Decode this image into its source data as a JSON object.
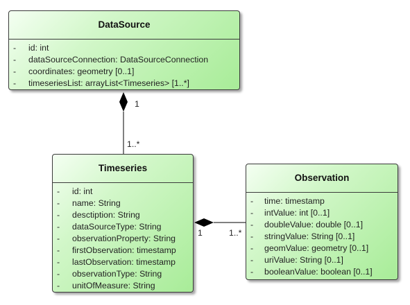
{
  "classes": {
    "datasource": {
      "name": "DataSource",
      "attributes": [
        "id: int",
        "dataSourceConnection: DataSourceConnection",
        "coordinates: geometry [0..1]",
        "timeseriesList: arrayList<Timeseries> [1..*]"
      ]
    },
    "timeseries": {
      "name": "Timeseries",
      "attributes": [
        "id: int",
        "name: String",
        "desctiption: String",
        "dataSourceType: String",
        "observationProperty: String",
        "firstObservation: timestamp",
        "lastObservation: timestamp",
        "observationType: String",
        "unitOfMeasure: String"
      ]
    },
    "observation": {
      "name": "Observation",
      "attributes": [
        "time: timestamp",
        "intValue: int [0..1]",
        "doubleValue: double [0..1]",
        "stringValue: String [0..1]",
        "geomValue: geometry [0..1]",
        "uriValue: String [0..1]",
        "booleanValue: boolean [0..1]"
      ]
    }
  },
  "item_marker": "-",
  "associations": {
    "datasource_timeseries": {
      "source_multiplicity": "1",
      "target_multiplicity": "1..*",
      "kind": "composition"
    },
    "timeseries_observation": {
      "source_multiplicity": "1",
      "target_multiplicity": "1..*",
      "kind": "composition"
    }
  },
  "colors": {
    "fill_light": "#f4fff2",
    "fill_dark": "#a8ec98",
    "border": "#3a3a3a",
    "line": "#000000"
  }
}
